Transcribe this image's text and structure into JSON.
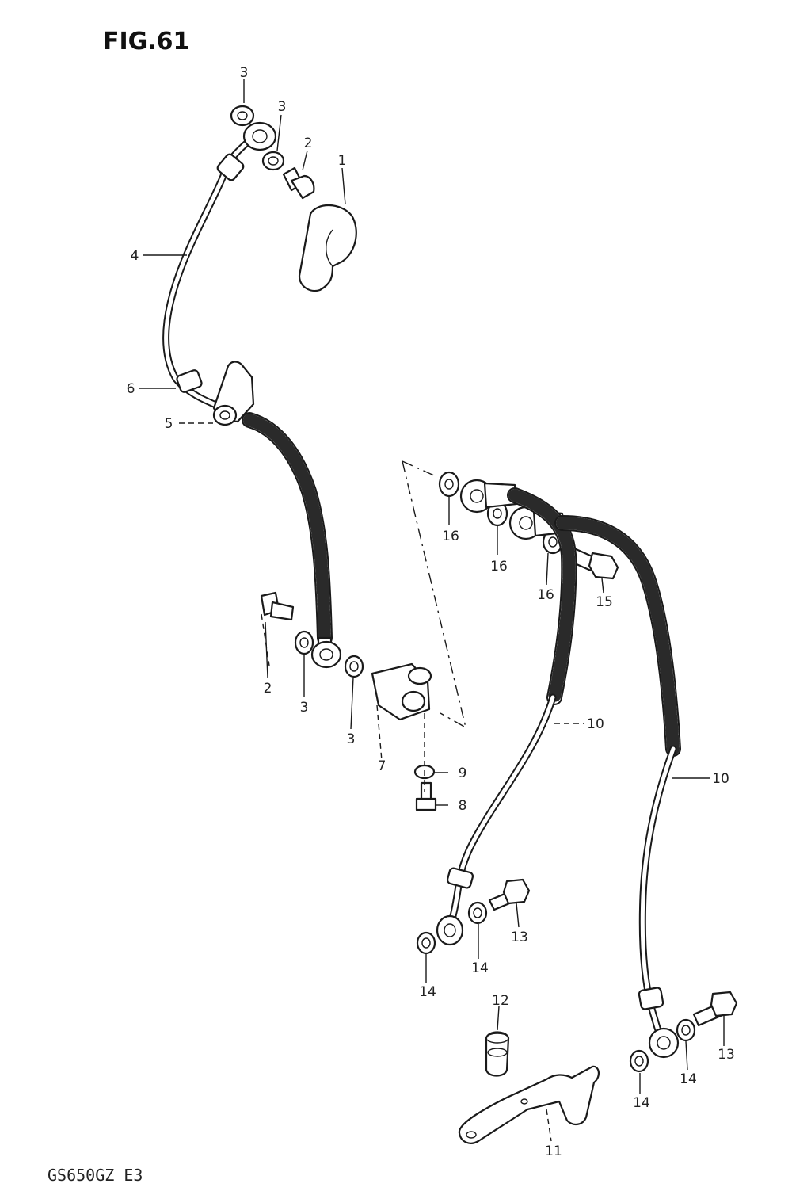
{
  "figure": {
    "title": "FIG.61",
    "footer_code": "GS650GZ E3"
  },
  "callouts": [
    "1",
    "2",
    "2",
    "3",
    "3",
    "3",
    "3",
    "4",
    "5",
    "6",
    "7",
    "8",
    "9",
    "10",
    "10",
    "11",
    "12",
    "13",
    "13",
    "14",
    "14",
    "14",
    "14",
    "15",
    "16",
    "16",
    "16"
  ]
}
